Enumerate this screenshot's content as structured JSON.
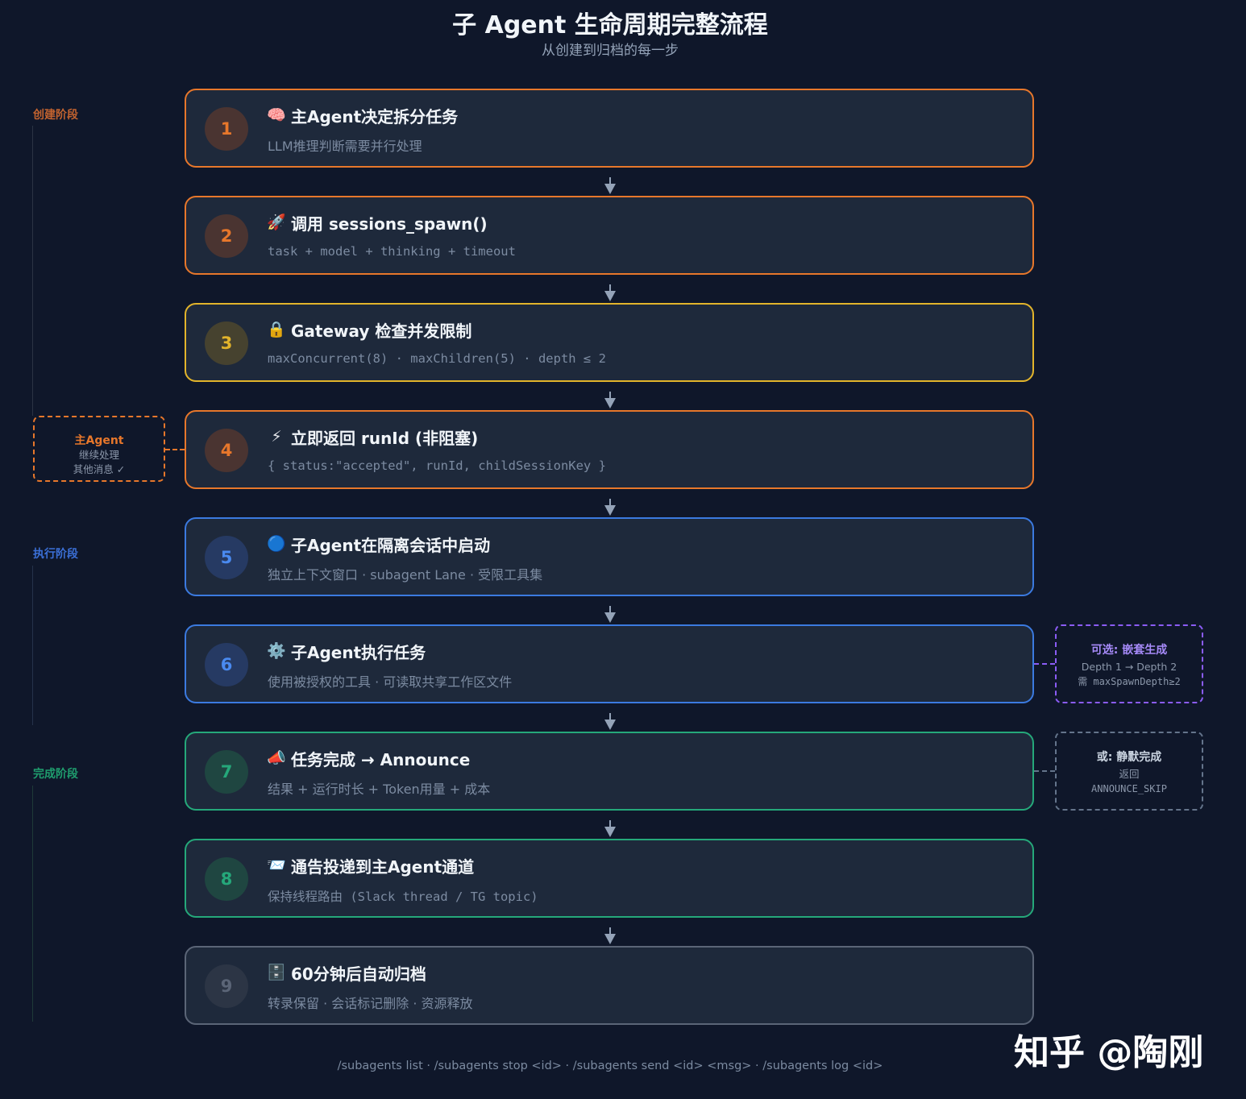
{
  "header": {
    "title": "子 Agent 生命周期完整流程",
    "subtitle": "从创建到归档的每一步"
  },
  "phases": [
    {
      "label": "创建阶段",
      "color": "#c2632f"
    },
    {
      "label": "执行阶段",
      "color": "#3b6fd6"
    },
    {
      "label": "完成阶段",
      "color": "#1f9e6e"
    }
  ],
  "steps": [
    {
      "num": "1",
      "icon": "🧠",
      "icon_name": "brain-icon",
      "title": "主Agent决定拆分任务",
      "desc": "LLM推理判断需要并行处理",
      "border": "#e7772b"
    },
    {
      "num": "2",
      "icon": "🚀",
      "icon_name": "rocket-icon",
      "title": "调用 sessions_spawn()",
      "desc": "task + model + thinking + timeout",
      "border": "#e7772b"
    },
    {
      "num": "3",
      "icon": "🔒",
      "icon_name": "lock-icon",
      "title": "Gateway 检查并发限制",
      "desc": "maxConcurrent(8) · maxChildren(5) · depth ≤ 2",
      "border": "#e2b42b"
    },
    {
      "num": "4",
      "icon": "⚡",
      "icon_name": "lightning-icon",
      "title": "立即返回 runId (非阻塞)",
      "desc": "{ status:\"accepted\", runId, childSessionKey }",
      "border": "#e7772b"
    },
    {
      "num": "5",
      "icon": "🔵",
      "icon_name": "blue-circle-icon",
      "title": "子Agent在隔离会话中启动",
      "desc": "独立上下文窗口 · subagent Lane · 受限工具集",
      "border": "#3b7ae0"
    },
    {
      "num": "6",
      "icon": "⚙️",
      "icon_name": "gear-icon",
      "title": "子Agent执行任务",
      "desc": "使用被授权的工具 · 可读取共享工作区文件",
      "border": "#3b7ae0"
    },
    {
      "num": "7",
      "icon": "📣",
      "icon_name": "megaphone-icon",
      "title": "任务完成 → Announce",
      "desc": "结果 + 运行时长 + Token用量 + 成本",
      "border": "#25a87a"
    },
    {
      "num": "8",
      "icon": "📨",
      "icon_name": "envelope-icon",
      "title": "通告投递到主Agent通道",
      "desc": "保持线程路由 (Slack thread / TG topic)",
      "border": "#25a87a"
    },
    {
      "num": "9",
      "icon": "🗄️",
      "icon_name": "file-cabinet-icon",
      "title": "60分钟后自动归档",
      "desc": "转录保留 · 会话标记删除 · 资源释放",
      "border": "#5b6577"
    }
  ],
  "side_notes": {
    "main_agent": {
      "title": "主Agent",
      "line1": "继续处理",
      "line2": "其他消息 ✓",
      "color": "#e7772b"
    },
    "nested": {
      "title": "可选: 嵌套生成",
      "line1": "Depth 1 → Depth 2",
      "line2": "需 maxSpawnDepth≥2",
      "color": "#8b5cf6"
    },
    "silent": {
      "title": "或: 静默完成",
      "line1": "返回",
      "line2": "ANNOUNCE_SKIP",
      "color": "#64748b"
    }
  },
  "footer": "/subagents list · /subagents stop <id> · /subagents send <id> <msg> · /subagents log <id>",
  "watermark": "知乎 @陶刚"
}
